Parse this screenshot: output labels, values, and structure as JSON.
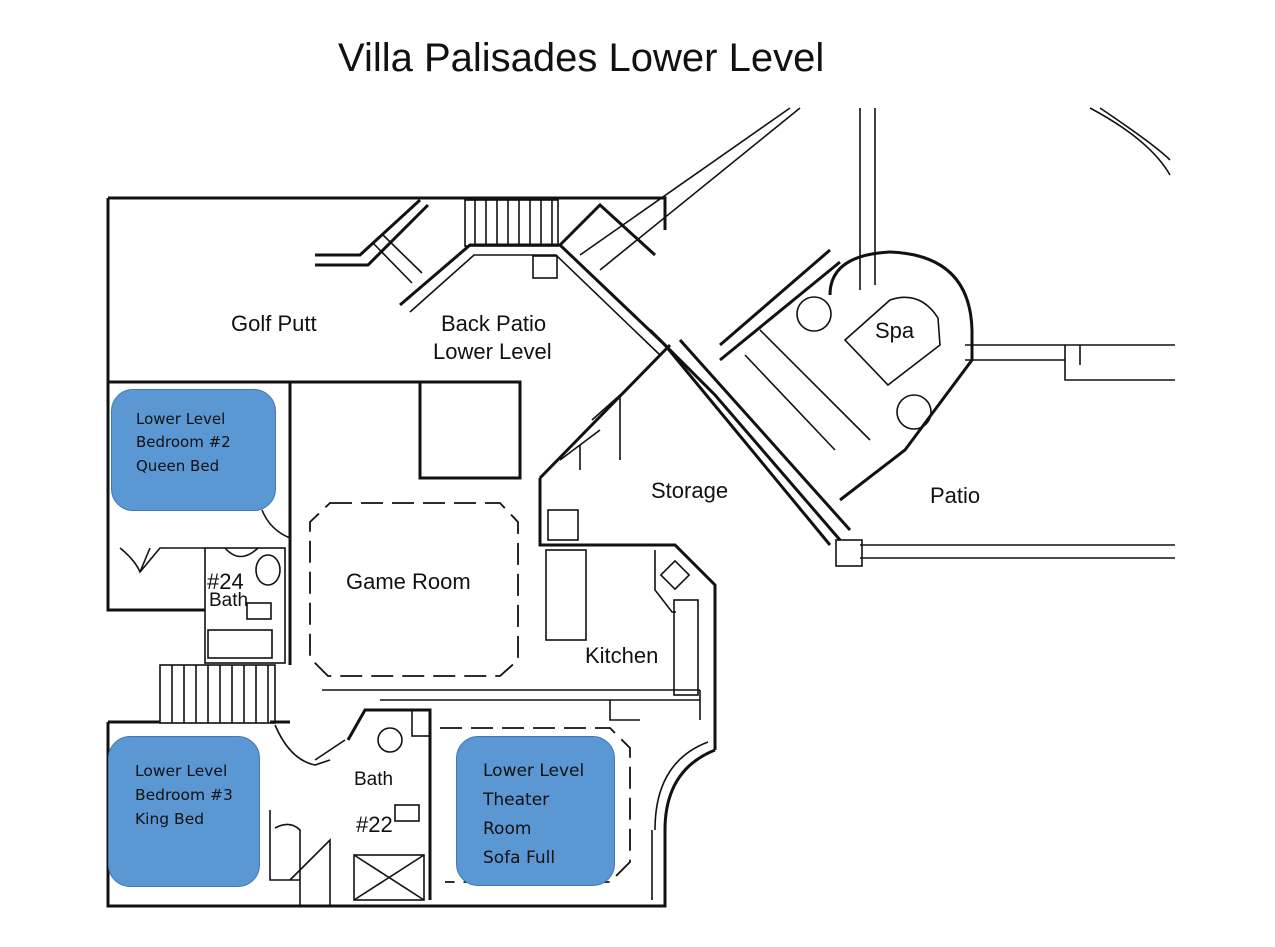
{
  "title": "Villa Palisades Lower Level",
  "rooms": {
    "golf_putt": "Golf Putt",
    "back_patio_line1": "Back Patio",
    "back_patio_line2": "Lower Level",
    "spa": "Spa",
    "storage": "Storage",
    "patio": "Patio",
    "game_room": "Game Room",
    "kitchen": "Kitchen",
    "bath_24_number": "#24",
    "bath_24_label": "Bath",
    "bath_22_label": "Bath",
    "bath_22_number": "#22"
  },
  "callouts": {
    "bedroom2": [
      "Lower Level",
      "Bedroom #2",
      "Queen Bed"
    ],
    "bedroom3": [
      "Lower Level",
      "Bedroom #3",
      "King Bed"
    ],
    "theater": [
      "Lower Level",
      "Theater",
      "Room",
      "Sofa Full"
    ]
  },
  "colors": {
    "callout_fill": "#5b97d2",
    "callout_border": "#3f78b5",
    "walls": "#111111"
  }
}
